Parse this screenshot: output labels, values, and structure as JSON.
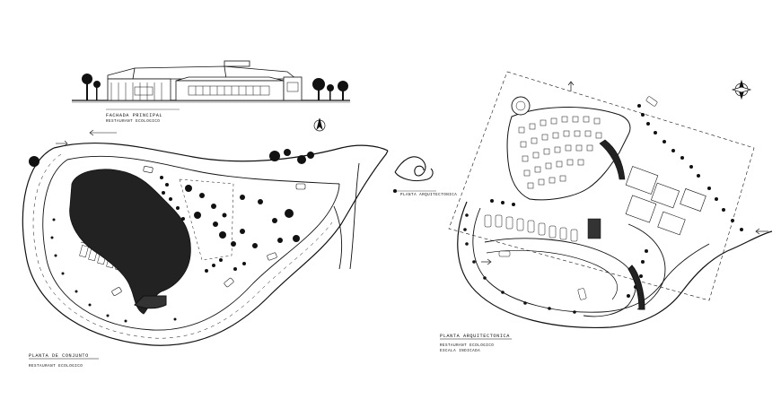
{
  "drawing": {
    "elevation": {
      "title": "FACHADA PRINCIPAL",
      "subtitle": "RESTAURANT ECOLOGICO"
    },
    "site_plan": {
      "title": "PLANTA DE CONJUNTO",
      "subtitle": "RESTAURANT ECOLOGICO"
    },
    "detail": {
      "title": "PLANTA ARQUITECTONICA"
    },
    "arch_plan": {
      "title": "PLANTA ARQUITECTONICA",
      "subtitle": "RESTAURANT ECOLOGICO",
      "note": "ESCALA INDICADA"
    },
    "icons": [
      "north-arrow-icon",
      "tree-icon",
      "car-icon",
      "compass-rose-icon"
    ]
  }
}
